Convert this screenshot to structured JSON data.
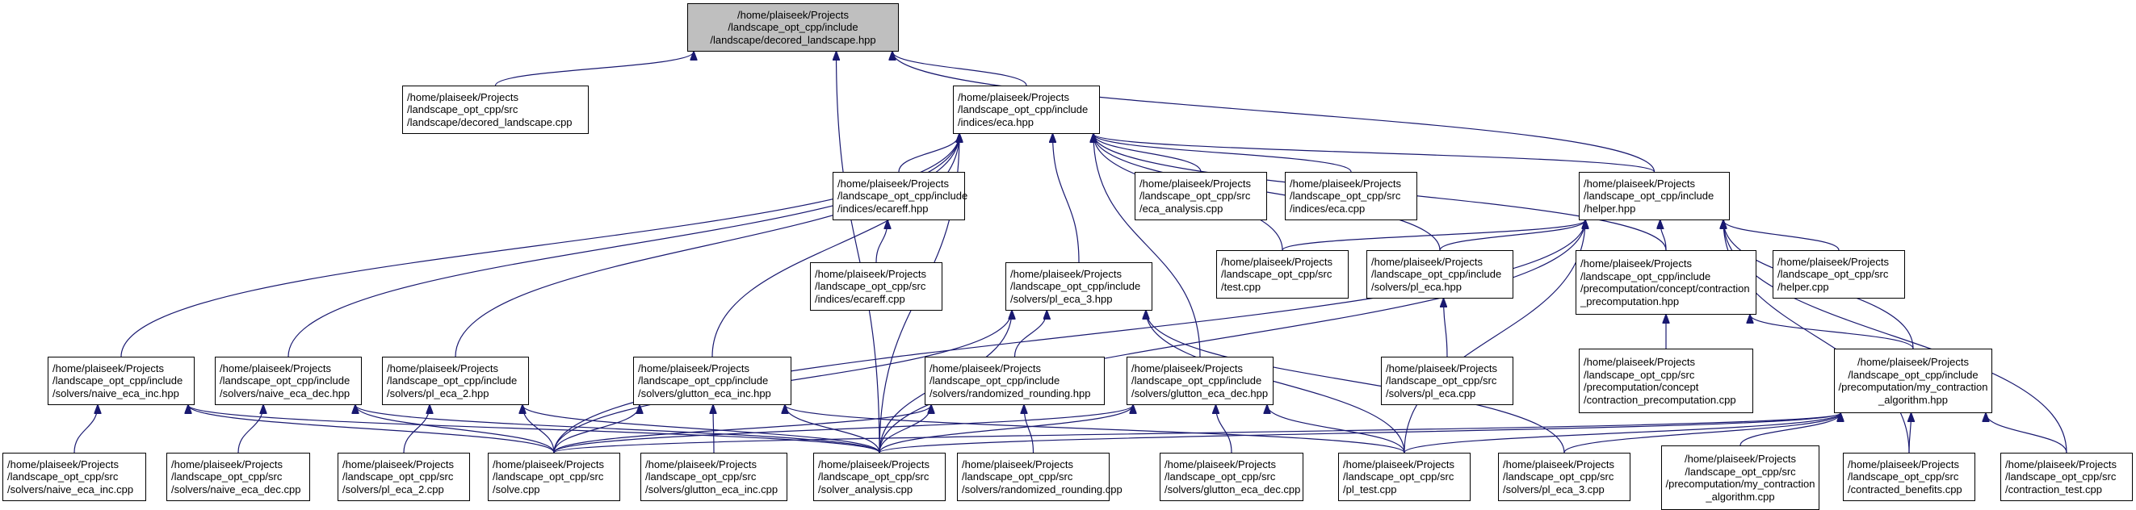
{
  "graph": {
    "focus_node": "n0",
    "nodes": [
      {
        "id": "n0",
        "lines": [
          "/home/plaiseek/Projects",
          "/landscape_opt_cpp/include",
          "/landscape/decored_landscape.hpp"
        ]
      },
      {
        "id": "n1",
        "lines": [
          "/home/plaiseek/Projects",
          "/landscape_opt_cpp/src",
          "/landscape/decored_landscape.cpp"
        ]
      },
      {
        "id": "n2",
        "lines": [
          "/home/plaiseek/Projects",
          "/landscape_opt_cpp/include",
          "/indices/eca.hpp"
        ]
      },
      {
        "id": "n3",
        "lines": [
          "/home/plaiseek/Projects",
          "/landscape_opt_cpp/include",
          "/helper.hpp"
        ]
      },
      {
        "id": "n4",
        "lines": [
          "/home/plaiseek/Projects",
          "/landscape_opt_cpp/include",
          "/indices/ecareff.hpp"
        ]
      },
      {
        "id": "n5",
        "lines": [
          "/home/plaiseek/Projects",
          "/landscape_opt_cpp/src",
          "/eca_analysis.cpp"
        ]
      },
      {
        "id": "n6",
        "lines": [
          "/home/plaiseek/Projects",
          "/landscape_opt_cpp/src",
          "/indices/eca.cpp"
        ]
      },
      {
        "id": "n7",
        "lines": [
          "/home/plaiseek/Projects",
          "/landscape_opt_cpp/src",
          "/indices/ecareff.cpp"
        ]
      },
      {
        "id": "n8",
        "lines": [
          "/home/plaiseek/Projects",
          "/landscape_opt_cpp/include",
          "/solvers/pl_eca_3.hpp"
        ]
      },
      {
        "id": "n9",
        "lines": [
          "/home/plaiseek/Projects",
          "/landscape_opt_cpp/src",
          "/test.cpp"
        ]
      },
      {
        "id": "n10",
        "lines": [
          "/home/plaiseek/Projects",
          "/landscape_opt_cpp/include",
          "/solvers/pl_eca.hpp"
        ]
      },
      {
        "id": "n11",
        "lines": [
          "/home/plaiseek/Projects",
          "/landscape_opt_cpp/include",
          "/precomputation/concept/contraction",
          "_precomputation.hpp"
        ]
      },
      {
        "id": "n12",
        "lines": [
          "/home/plaiseek/Projects",
          "/landscape_opt_cpp/src",
          "/helper.cpp"
        ]
      },
      {
        "id": "n13",
        "lines": [
          "/home/plaiseek/Projects",
          "/landscape_opt_cpp/include",
          "/solvers/naive_eca_inc.hpp"
        ]
      },
      {
        "id": "n14",
        "lines": [
          "/home/plaiseek/Projects",
          "/landscape_opt_cpp/include",
          "/solvers/naive_eca_dec.hpp"
        ]
      },
      {
        "id": "n15",
        "lines": [
          "/home/plaiseek/Projects",
          "/landscape_opt_cpp/include",
          "/solvers/pl_eca_2.hpp"
        ]
      },
      {
        "id": "n16",
        "lines": [
          "/home/plaiseek/Projects",
          "/landscape_opt_cpp/include",
          "/solvers/glutton_eca_inc.hpp"
        ]
      },
      {
        "id": "n17",
        "lines": [
          "/home/plaiseek/Projects",
          "/landscape_opt_cpp/include",
          "/solvers/randomized_rounding.hpp"
        ]
      },
      {
        "id": "n18",
        "lines": [
          "/home/plaiseek/Projects",
          "/landscape_opt_cpp/include",
          "/solvers/glutton_eca_dec.hpp"
        ]
      },
      {
        "id": "n19",
        "lines": [
          "/home/plaiseek/Projects",
          "/landscape_opt_cpp/src",
          "/solvers/pl_eca.cpp"
        ]
      },
      {
        "id": "n20",
        "lines": [
          "/home/plaiseek/Projects",
          "/landscape_opt_cpp/src",
          "/precomputation/concept",
          "/contraction_precomputation.cpp"
        ]
      },
      {
        "id": "n21",
        "lines": [
          "/home/plaiseek/Projects",
          "/landscape_opt_cpp/include",
          "/precomputation/my_contraction",
          "_algorithm.hpp"
        ]
      },
      {
        "id": "n22",
        "lines": [
          "/home/plaiseek/Projects",
          "/landscape_opt_cpp/src",
          "/solvers/naive_eca_inc.cpp"
        ]
      },
      {
        "id": "n23",
        "lines": [
          "/home/plaiseek/Projects",
          "/landscape_opt_cpp/src",
          "/solvers/naive_eca_dec.cpp"
        ]
      },
      {
        "id": "n24",
        "lines": [
          "/home/plaiseek/Projects",
          "/landscape_opt_cpp/src",
          "/solvers/pl_eca_2.cpp"
        ]
      },
      {
        "id": "n25",
        "lines": [
          "/home/plaiseek/Projects",
          "/landscape_opt_cpp/src",
          "/solve.cpp"
        ]
      },
      {
        "id": "n26",
        "lines": [
          "/home/plaiseek/Projects",
          "/landscape_opt_cpp/src",
          "/solvers/glutton_eca_inc.cpp"
        ]
      },
      {
        "id": "n27",
        "lines": [
          "/home/plaiseek/Projects",
          "/landscape_opt_cpp/src",
          "/solver_analysis.cpp"
        ]
      },
      {
        "id": "n28",
        "lines": [
          "/home/plaiseek/Projects",
          "/landscape_opt_cpp/src",
          "/solvers/randomized_rounding.cpp"
        ]
      },
      {
        "id": "n29",
        "lines": [
          "/home/plaiseek/Projects",
          "/landscape_opt_cpp/src",
          "/solvers/glutton_eca_dec.cpp"
        ]
      },
      {
        "id": "n30",
        "lines": [
          "/home/plaiseek/Projects",
          "/landscape_opt_cpp/src",
          "/pl_test.cpp"
        ]
      },
      {
        "id": "n31",
        "lines": [
          "/home/plaiseek/Projects",
          "/landscape_opt_cpp/src",
          "/solvers/pl_eca_3.cpp"
        ]
      },
      {
        "id": "n32",
        "lines": [
          "/home/plaiseek/Projects",
          "/landscape_opt_cpp/src",
          "/precomputation/my_contraction",
          "_algorithm.cpp"
        ]
      },
      {
        "id": "n33",
        "lines": [
          "/home/plaiseek/Projects",
          "/landscape_opt_cpp/src",
          "/contracted_benefits.cpp"
        ]
      },
      {
        "id": "n34",
        "lines": [
          "/home/plaiseek/Projects",
          "/landscape_opt_cpp/src",
          "/contraction_test.cpp"
        ]
      }
    ],
    "edges": [
      [
        "n1",
        "n0"
      ],
      [
        "n2",
        "n0"
      ],
      [
        "n3",
        "n0"
      ],
      [
        "n27",
        "n0"
      ],
      [
        "n3",
        "n2"
      ],
      [
        "n4",
        "n2"
      ],
      [
        "n5",
        "n2"
      ],
      [
        "n6",
        "n2"
      ],
      [
        "n8",
        "n2"
      ],
      [
        "n9",
        "n2"
      ],
      [
        "n10",
        "n2"
      ],
      [
        "n11",
        "n2"
      ],
      [
        "n13",
        "n2"
      ],
      [
        "n14",
        "n2"
      ],
      [
        "n15",
        "n2"
      ],
      [
        "n16",
        "n2"
      ],
      [
        "n18",
        "n2"
      ],
      [
        "n27",
        "n2"
      ],
      [
        "n9",
        "n3"
      ],
      [
        "n10",
        "n3"
      ],
      [
        "n11",
        "n3"
      ],
      [
        "n12",
        "n3"
      ],
      [
        "n21",
        "n3"
      ],
      [
        "n25",
        "n3"
      ],
      [
        "n27",
        "n3"
      ],
      [
        "n30",
        "n3"
      ],
      [
        "n33",
        "n3"
      ],
      [
        "n34",
        "n3"
      ],
      [
        "n7",
        "n4"
      ],
      [
        "n17",
        "n8"
      ],
      [
        "n25",
        "n8"
      ],
      [
        "n27",
        "n8"
      ],
      [
        "n30",
        "n8"
      ],
      [
        "n31",
        "n8"
      ],
      [
        "n19",
        "n10"
      ],
      [
        "n20",
        "n11"
      ],
      [
        "n21",
        "n11"
      ],
      [
        "n22",
        "n13"
      ],
      [
        "n25",
        "n13"
      ],
      [
        "n27",
        "n13"
      ],
      [
        "n23",
        "n14"
      ],
      [
        "n25",
        "n14"
      ],
      [
        "n27",
        "n14"
      ],
      [
        "n24",
        "n15"
      ],
      [
        "n25",
        "n15"
      ],
      [
        "n27",
        "n15"
      ],
      [
        "n25",
        "n16"
      ],
      [
        "n26",
        "n16"
      ],
      [
        "n27",
        "n16"
      ],
      [
        "n30",
        "n16"
      ],
      [
        "n25",
        "n17"
      ],
      [
        "n27",
        "n17"
      ],
      [
        "n28",
        "n17"
      ],
      [
        "n25",
        "n18"
      ],
      [
        "n27",
        "n18"
      ],
      [
        "n29",
        "n18"
      ],
      [
        "n30",
        "n18"
      ],
      [
        "n25",
        "n21"
      ],
      [
        "n27",
        "n21"
      ],
      [
        "n30",
        "n21"
      ],
      [
        "n31",
        "n21"
      ],
      [
        "n32",
        "n21"
      ],
      [
        "n33",
        "n21"
      ],
      [
        "n34",
        "n21"
      ]
    ]
  }
}
